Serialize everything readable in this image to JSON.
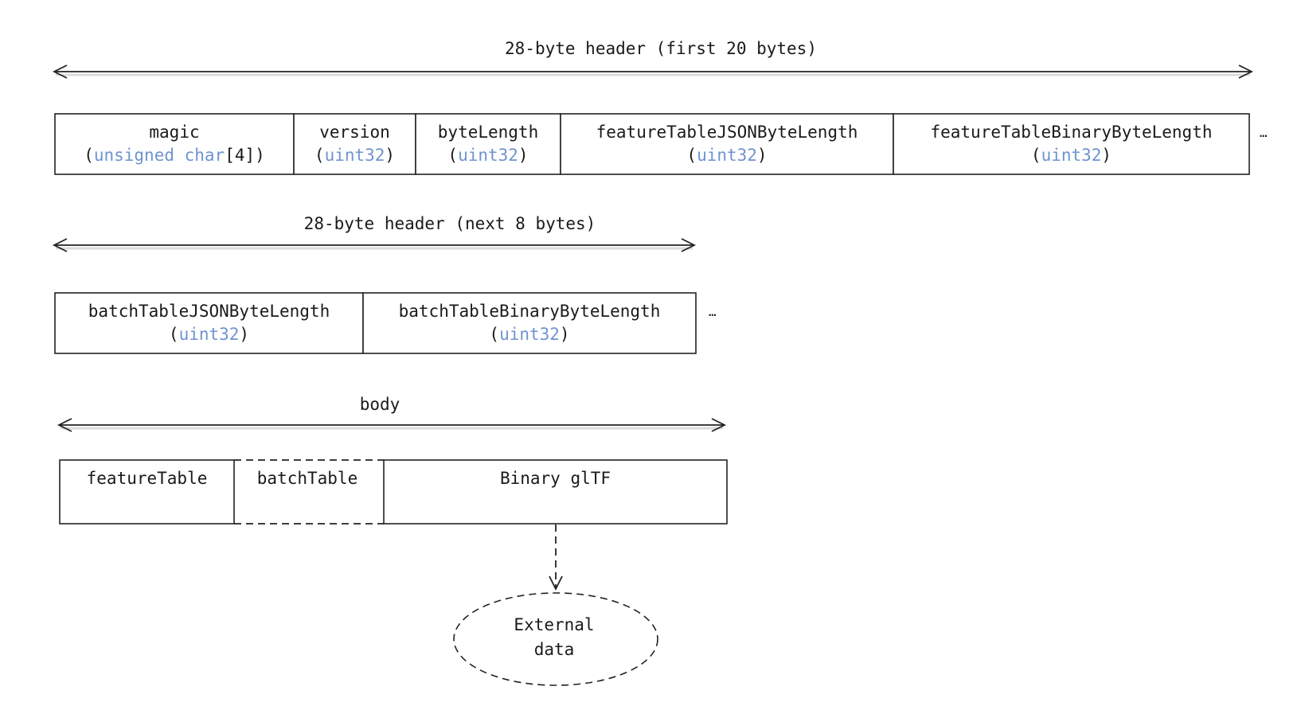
{
  "header_first": {
    "span_label": "28-byte header (first 20 bytes)",
    "fields": [
      {
        "name": "magic",
        "type": "unsigned char",
        "suffix": "[4]"
      },
      {
        "name": "version",
        "type": "uint32",
        "suffix": ""
      },
      {
        "name": "byteLength",
        "type": "uint32",
        "suffix": ""
      },
      {
        "name": "featureTableJSONByteLength",
        "type": "uint32",
        "suffix": ""
      },
      {
        "name": "featureTableBinaryByteLength",
        "type": "uint32",
        "suffix": ""
      }
    ],
    "continuation": "…"
  },
  "header_next": {
    "span_label": "28-byte header (next 8 bytes)",
    "fields": [
      {
        "name": "batchTableJSONByteLength",
        "type": "uint32",
        "suffix": ""
      },
      {
        "name": "batchTableBinaryByteLength",
        "type": "uint32",
        "suffix": ""
      }
    ],
    "continuation": "…"
  },
  "body": {
    "span_label": "body",
    "sections": [
      "featureTable",
      "batchTable",
      "Binary glTF"
    ],
    "optional_section": "batchTable"
  },
  "external": {
    "line1": "External",
    "line2": "data"
  },
  "colors": {
    "type_text": "#6f93cf",
    "line": "#222222"
  }
}
